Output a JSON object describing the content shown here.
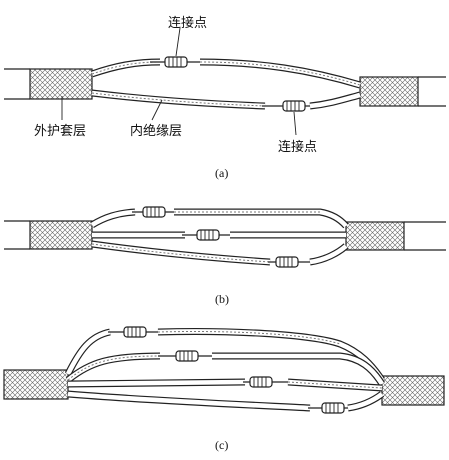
{
  "labels": {
    "joint_top": "连接点",
    "joint_bottom": "连接点",
    "outer_sheath": "外护套层",
    "inner_insulation": "内绝缘层"
  },
  "captions": {
    "a": "(a)",
    "b": "(b)",
    "c": "(c)"
  },
  "colors": {
    "stroke": "#222222",
    "paper": "#ffffff",
    "hatch": "#555555"
  }
}
